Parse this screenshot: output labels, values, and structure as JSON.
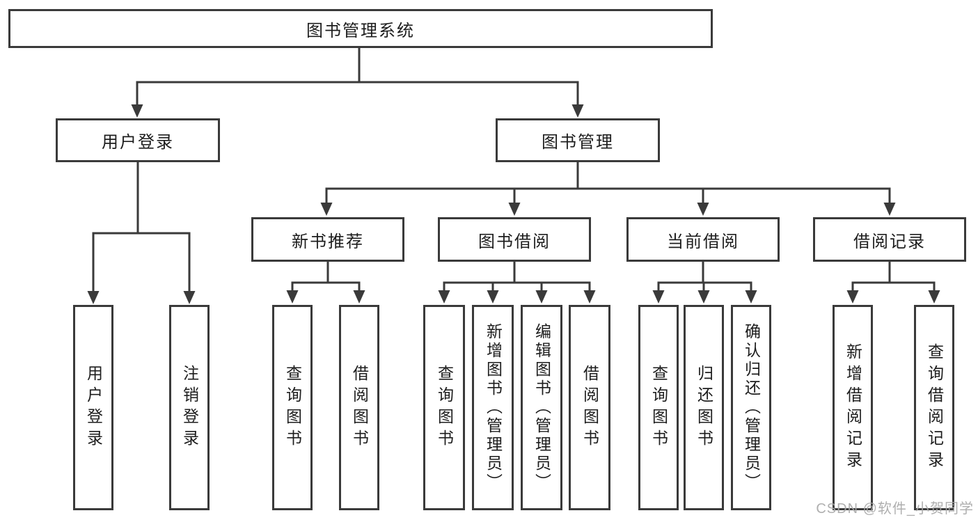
{
  "colors": {
    "line": "#3a3a3a",
    "box_fill": "#ffffff",
    "text": "#1d1d1d",
    "watermark": "#a8a8a8"
  },
  "watermark": "CSDN @软件_小贺同学",
  "tree": {
    "root": "图书管理系统",
    "children": [
      {
        "label": "用户登录",
        "children": [
          "用户登录",
          "注销登录"
        ]
      },
      {
        "label": "图书管理",
        "children": [
          {
            "label": "新书推荐",
            "children": [
              "查询图书",
              "借阅图书"
            ]
          },
          {
            "label": "图书借阅",
            "children": [
              "查询图书",
              "新增图书（管理员）",
              "编辑图书（管理员）",
              "借阅图书"
            ]
          },
          {
            "label": "当前借阅",
            "children": [
              "查询图书",
              "归还图书",
              "确认归还（管理员）"
            ]
          },
          {
            "label": "借阅记录",
            "children": [
              "新增借阅记录",
              "查询借阅记录"
            ]
          }
        ]
      }
    ]
  }
}
